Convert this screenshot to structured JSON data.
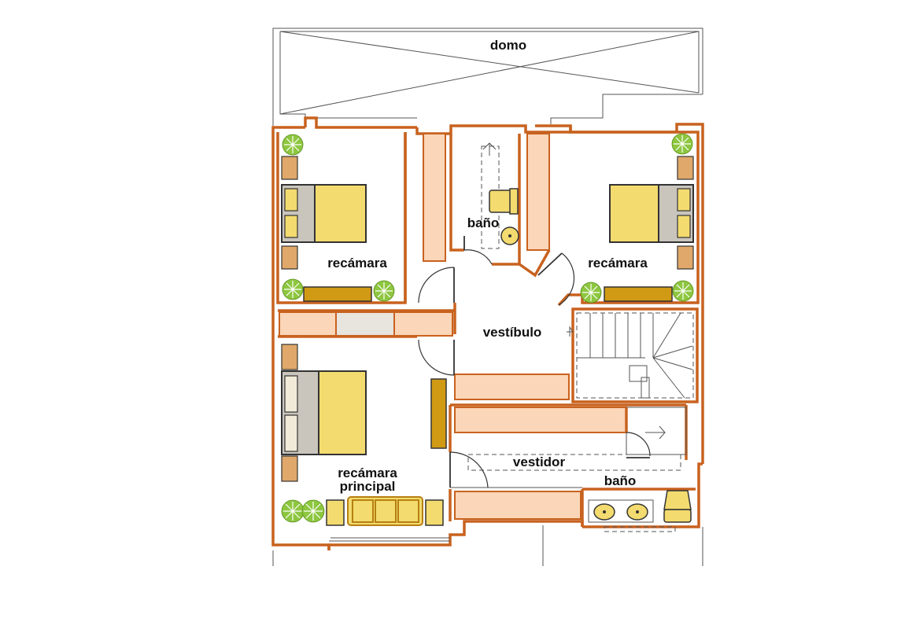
{
  "rooms": {
    "domo": "domo",
    "bano_top": "baño",
    "recamara_left": "recámara",
    "recamara_right": "recámara",
    "vestibulo": "vestíbulo",
    "vestidor": "vestidor",
    "bano_bottom": "baño",
    "recamara_principal_line1": "recámara",
    "recamara_principal_line2": "principal"
  },
  "colors": {
    "wall": "#c8621f",
    "closet_fill": "#fbd6b8",
    "bed": "#f3db6f",
    "desk": "#d19a14",
    "plant": "#8dc63f"
  }
}
